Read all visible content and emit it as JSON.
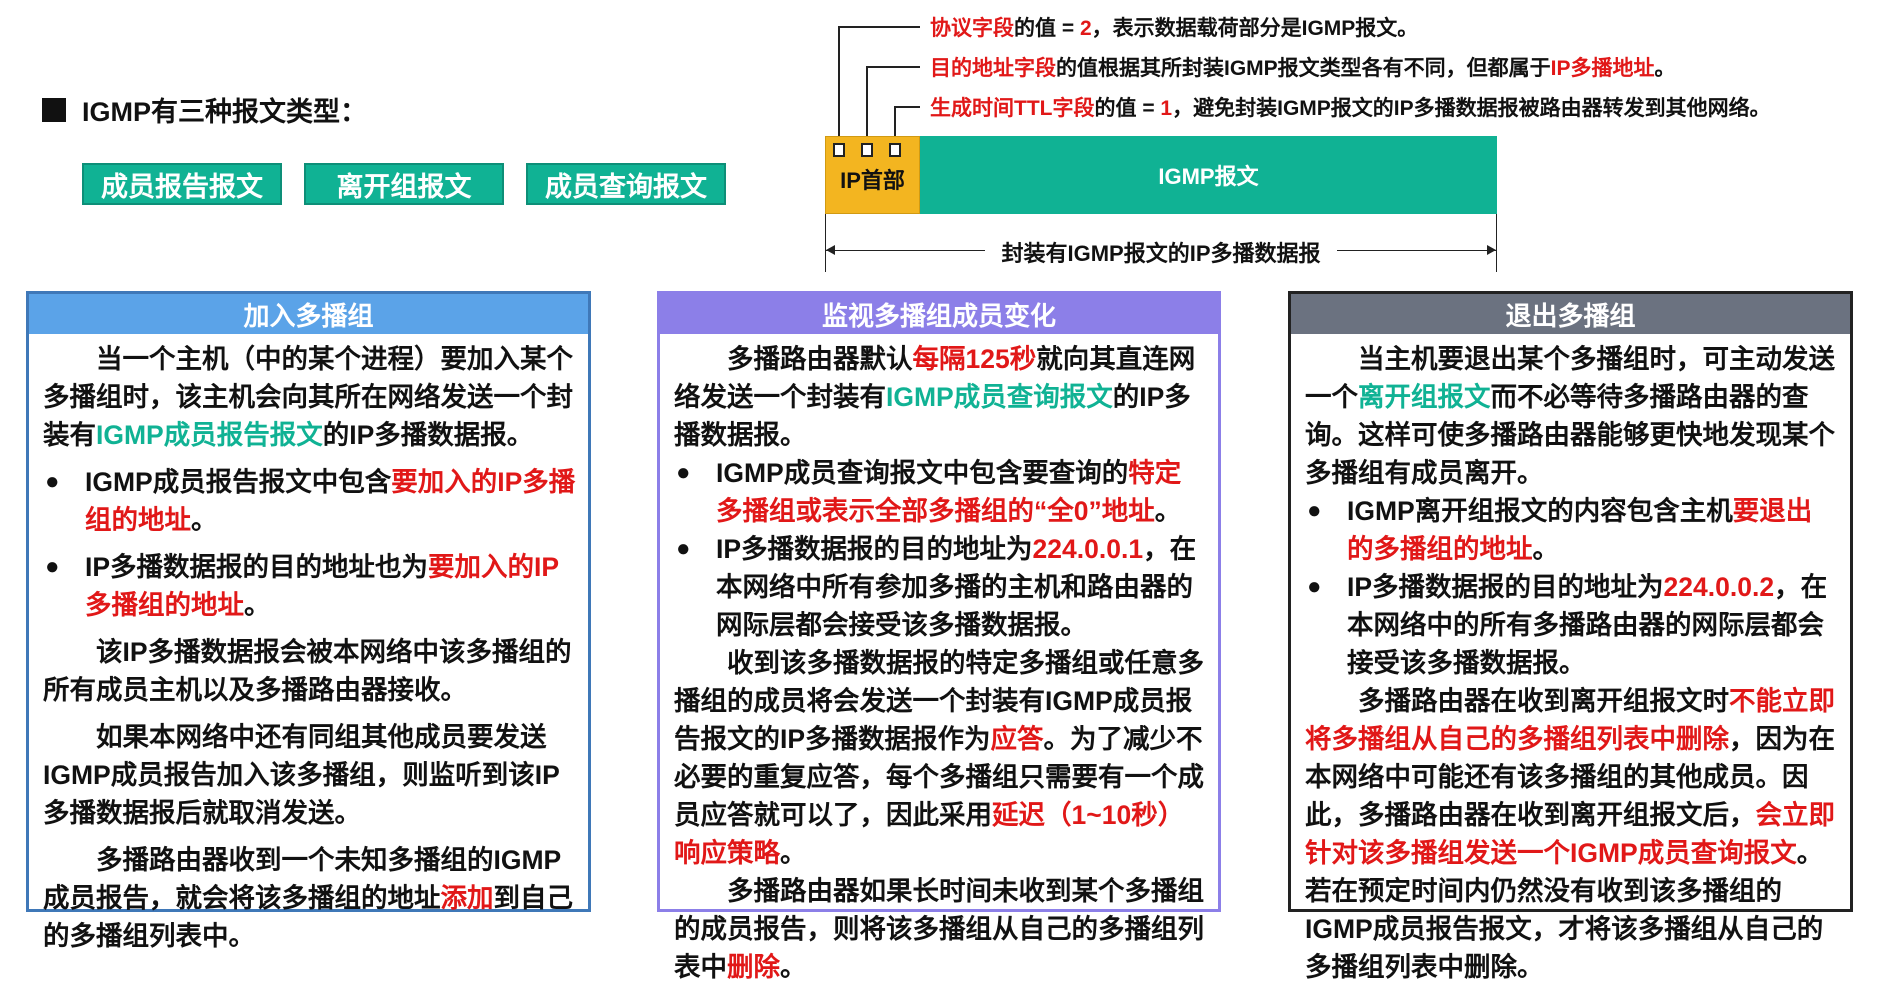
{
  "title": "IGMP有三种报文类型：",
  "message_types": [
    "成员报告报文",
    "离开组报文",
    "成员查询报文"
  ],
  "annotations": [
    [
      {
        "t": "协议字段",
        "c": "r"
      },
      {
        "t": "的值 = ",
        "c": "n"
      },
      {
        "t": "2",
        "c": "r"
      },
      {
        "t": "，表示数据载荷部分是IGMP报文。",
        "c": "n"
      }
    ],
    [
      {
        "t": "目的地址字段",
        "c": "r"
      },
      {
        "t": "的值根据其所封装IGMP报文类型各有不同，但都属于",
        "c": "n"
      },
      {
        "t": "IP多播地址",
        "c": "r"
      },
      {
        "t": "。",
        "c": "n"
      }
    ],
    [
      {
        "t": "生成时间TTL字段",
        "c": "r"
      },
      {
        "t": "的值 = ",
        "c": "n"
      },
      {
        "t": "1",
        "c": "r"
      },
      {
        "t": "，避免封装IGMP报文的IP多播数据报被路由器转发到其他网络。",
        "c": "n"
      }
    ]
  ],
  "datagram": {
    "header": "IP首部",
    "payload": "IGMP报文",
    "label": "封装有IGMP报文的IP多播数据报"
  },
  "colors": {
    "red": "#e11818",
    "green": "#10b294",
    "yellow": "#f3b520",
    "blue_header": "#5ba3e8",
    "purple_header": "#8c7fe8",
    "gray_header": "#6b7280"
  },
  "panels": [
    {
      "title": "加入多播组",
      "blocks": [
        {
          "k": "p",
          "s": [
            {
              "t": "当一个主机（中的某个进程）要加入某个多播组时，该主机会向其所在网络发送一个封装有",
              "c": "n"
            },
            {
              "t": "IGMP成员报告报文",
              "c": "g"
            },
            {
              "t": "的IP多播数据报。",
              "c": "n"
            }
          ]
        },
        {
          "k": "b",
          "s": [
            {
              "t": "IGMP成员报告报文中包含",
              "c": "n"
            },
            {
              "t": "要加入的IP多播组的地址",
              "c": "r"
            },
            {
              "t": "。",
              "c": "n"
            }
          ]
        },
        {
          "k": "b",
          "s": [
            {
              "t": "IP多播数据报的目的地址也为",
              "c": "n"
            },
            {
              "t": "要加入的IP多播组的地址",
              "c": "r"
            },
            {
              "t": "。",
              "c": "n"
            }
          ]
        },
        {
          "k": "p",
          "s": [
            {
              "t": "该IP多播数据报会被本网络中该多播组的所有成员主机以及多播路由器接收。",
              "c": "n"
            }
          ]
        },
        {
          "k": "p",
          "s": [
            {
              "t": "如果本网络中还有同组其他成员要发送IGMP成员报告加入该多播组，则监听到该IP多播数据报后就取消发送。",
              "c": "n"
            }
          ]
        },
        {
          "k": "p",
          "s": [
            {
              "t": "多播路由器收到一个未知多播组的IGMP成员报告，就会将该多播组的地址",
              "c": "n"
            },
            {
              "t": "添加",
              "c": "r"
            },
            {
              "t": "到自己的多播组列表中。",
              "c": "n"
            }
          ]
        }
      ]
    },
    {
      "title": "监视多播组成员变化",
      "blocks": [
        {
          "k": "p",
          "s": [
            {
              "t": "多播路由器默认",
              "c": "n"
            },
            {
              "t": "每隔125秒",
              "c": "r"
            },
            {
              "t": "就向其直连网络发送一个封装有",
              "c": "n"
            },
            {
              "t": "IGMP成员查询报文",
              "c": "g"
            },
            {
              "t": "的IP多播数据报。",
              "c": "n"
            }
          ]
        },
        {
          "k": "b",
          "s": [
            {
              "t": "IGMP成员查询报文中包含要查询的",
              "c": "n"
            },
            {
              "t": "特定多播组或表示全部多播组的“全0”地址",
              "c": "r"
            },
            {
              "t": "。",
              "c": "n"
            }
          ]
        },
        {
          "k": "b",
          "s": [
            {
              "t": "IP多播数据报的目的地址为",
              "c": "n"
            },
            {
              "t": "224.0.0.1",
              "c": "r"
            },
            {
              "t": "，在本网络中所有参加多播的主机和路由器的网际层都会接受该多播数据报。",
              "c": "n"
            }
          ]
        },
        {
          "k": "p",
          "s": [
            {
              "t": "收到该多播数据报的特定多播组或任意多播组的成员将会发送一个封装有IGMP成员报告报文的IP多播数据报作为",
              "c": "n"
            },
            {
              "t": "应答",
              "c": "r"
            },
            {
              "t": "。为了减少不必要的重复应答，每个多播组只需要有一个成员应答就可以了，因此采用",
              "c": "n"
            },
            {
              "t": "延迟（1~10秒）响应策略",
              "c": "r"
            },
            {
              "t": "。",
              "c": "n"
            }
          ]
        },
        {
          "k": "p",
          "s": [
            {
              "t": "多播路由器如果长时间未收到某个多播组的成员报告，则将该多播组从自己的多播组列表中",
              "c": "n"
            },
            {
              "t": "删除",
              "c": "r"
            },
            {
              "t": "。",
              "c": "n"
            }
          ]
        }
      ]
    },
    {
      "title": "退出多播组",
      "blocks": [
        {
          "k": "p",
          "s": [
            {
              "t": "当主机要退出某个多播组时，可主动发送一个",
              "c": "n"
            },
            {
              "t": "离开组报文",
              "c": "g"
            },
            {
              "t": "而不必等待多播路由器的查询。这样可使多播路由器能够更快地发现某个多播组有成员离开。",
              "c": "n"
            }
          ]
        },
        {
          "k": "b",
          "s": [
            {
              "t": "IGMP离开组报文的内容包含主机",
              "c": "n"
            },
            {
              "t": "要退出的多播组的地址",
              "c": "r"
            },
            {
              "t": "。",
              "c": "n"
            }
          ]
        },
        {
          "k": "b",
          "s": [
            {
              "t": "IP多播数据报的目的地址为",
              "c": "n"
            },
            {
              "t": "224.0.0.2",
              "c": "r"
            },
            {
              "t": "，在本网络中的所有多播路由器的网际层都会接受该多播数据报。",
              "c": "n"
            }
          ]
        },
        {
          "k": "p",
          "s": [
            {
              "t": "多播路由器在收到离开组报文时",
              "c": "n"
            },
            {
              "t": "不能立即将多播组从自己的多播组列表中删除",
              "c": "r"
            },
            {
              "t": "，因为在本网络中可能还有该多播组的其他成员。因此，多播路由器在收到离开组报文后，",
              "c": "n"
            },
            {
              "t": "会立即针对该多播组发送一个IGMP成员查询报文",
              "c": "r"
            },
            {
              "t": "。若在预定时间内仍然没有收到该多播组的IGMP成员报告报文，才将该多播组从自己的多播组列表中删除。",
              "c": "n"
            }
          ]
        }
      ]
    }
  ]
}
